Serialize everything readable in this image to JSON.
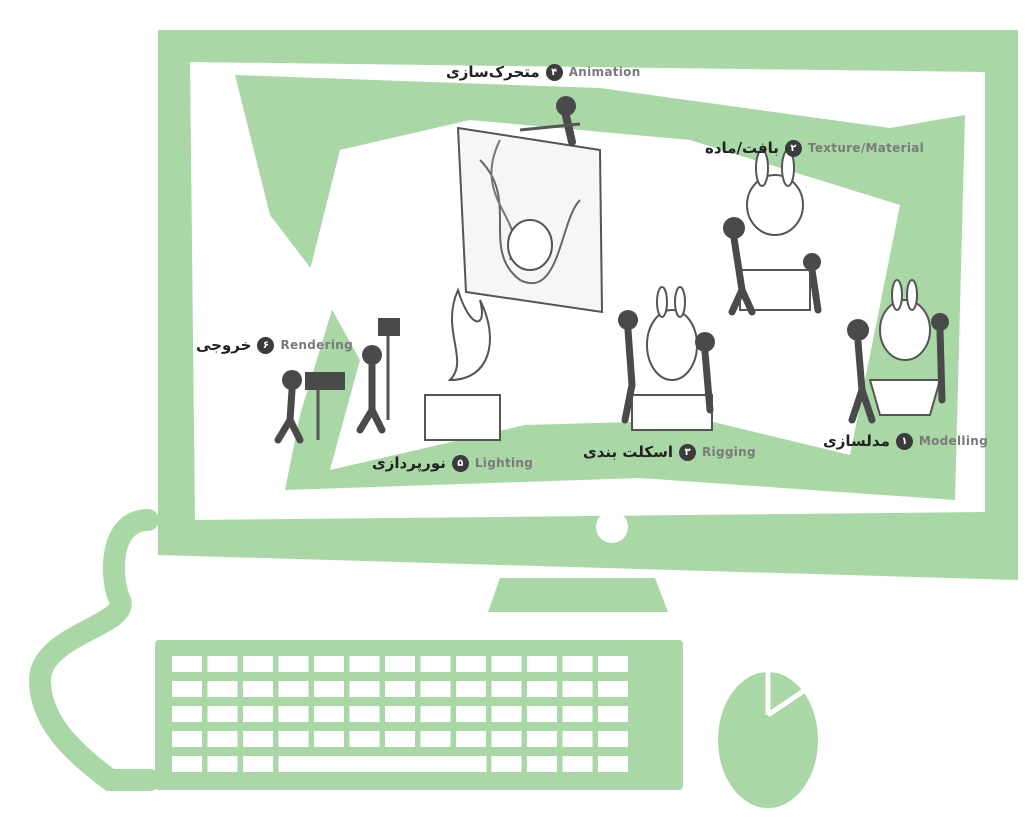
{
  "colors": {
    "monitor_green": "#a9d8a6",
    "panel_white": "#ffffff",
    "figure_gray": "#4a4a4a",
    "outline": "#555555"
  },
  "stages": [
    {
      "id": "animation",
      "number": "۴",
      "english": "Animation",
      "persian": "متحرک‌سازی"
    },
    {
      "id": "texture",
      "number": "۲",
      "english": "Texture/Material",
      "persian": "بافت/ماده"
    },
    {
      "id": "rendering",
      "number": "۶",
      "english": "Rendering",
      "persian": "خروجی"
    },
    {
      "id": "lighting",
      "number": "۵",
      "english": "Lighting",
      "persian": "نورپردازی"
    },
    {
      "id": "rigging",
      "number": "۳",
      "english": "Rigging",
      "persian": "اسکلت بندی"
    },
    {
      "id": "modelling",
      "number": "۱",
      "english": "Modelling",
      "persian": "مدلسازی"
    }
  ]
}
